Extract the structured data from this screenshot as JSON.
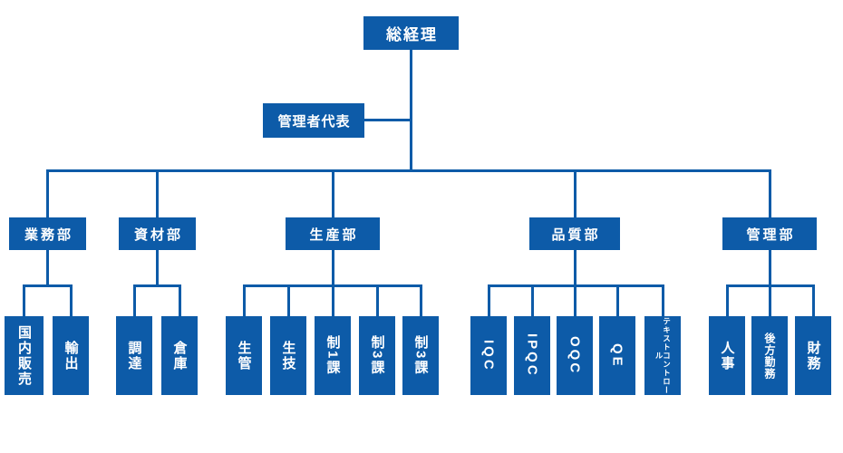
{
  "colors": {
    "box_fill": "#0d5ba8",
    "box_text": "#ffffff",
    "connector": "#0d5ba8",
    "background": "#ffffff"
  },
  "org_chart": {
    "root": {
      "label": "総経理"
    },
    "staff": {
      "label": "管理者代表"
    },
    "departments": [
      {
        "label": "業務部",
        "children": [
          "国内販売",
          "輸出"
        ]
      },
      {
        "label": "資材部",
        "children": [
          "調達",
          "倉庫"
        ]
      },
      {
        "label": "生産部",
        "children": [
          "生管",
          "生技",
          "制1課",
          "制3課",
          "制3課"
        ]
      },
      {
        "label": "品質部",
        "children": [
          "IQC",
          "IPQC",
          "OQC",
          "QE",
          "テキストコントロール"
        ]
      },
      {
        "label": "管理部",
        "children": [
          "人事",
          "後方勤務",
          "財務"
        ]
      }
    ]
  }
}
